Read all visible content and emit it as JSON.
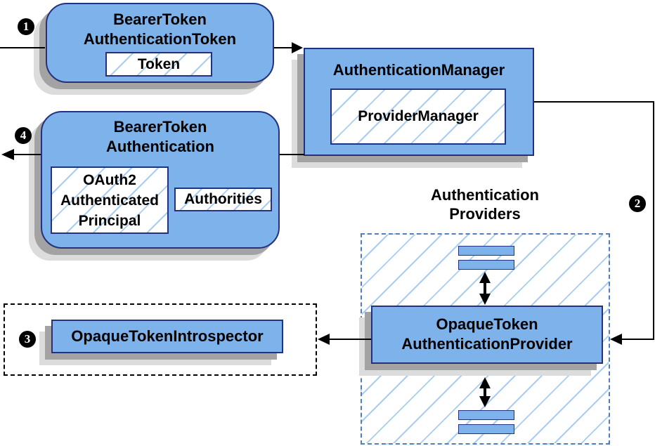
{
  "nodes": {
    "bearer_token_authentication_token": {
      "line1": "BearerToken",
      "line2": "AuthenticationToken",
      "token": "Token"
    },
    "authentication_manager": {
      "title": "AuthenticationManager",
      "inner": "ProviderManager"
    },
    "bearer_token_authentication": {
      "line1": "BearerToken",
      "line2": "Authentication",
      "principal_line1": "OAuth2",
      "principal_line2": "Authenticated",
      "principal_line3": "Principal",
      "authorities": "Authorities"
    },
    "opaque_token_introspector": {
      "title": "OpaqueTokenIntrospector"
    },
    "authentication_providers": {
      "heading_line1": "Authentication",
      "heading_line2": "Providers",
      "provider_line1": "OpaqueToken",
      "provider_line2": "AuthenticationProvider"
    }
  },
  "steps": {
    "s1": "1",
    "s2": "2",
    "s3": "3",
    "s4": "4"
  },
  "colors": {
    "node_fill": "#7db2ea",
    "node_border": "#223180",
    "hatch_line": "#a9cdf1",
    "provider_area_border": "#4f7fbe",
    "introspector_area_border": "#000000",
    "shadow_dark": "#a3a3a3",
    "shadow_light": "#dcdcdc",
    "connector": "#000000",
    "badge_bg": "#000000",
    "badge_text": "#ffffff"
  }
}
